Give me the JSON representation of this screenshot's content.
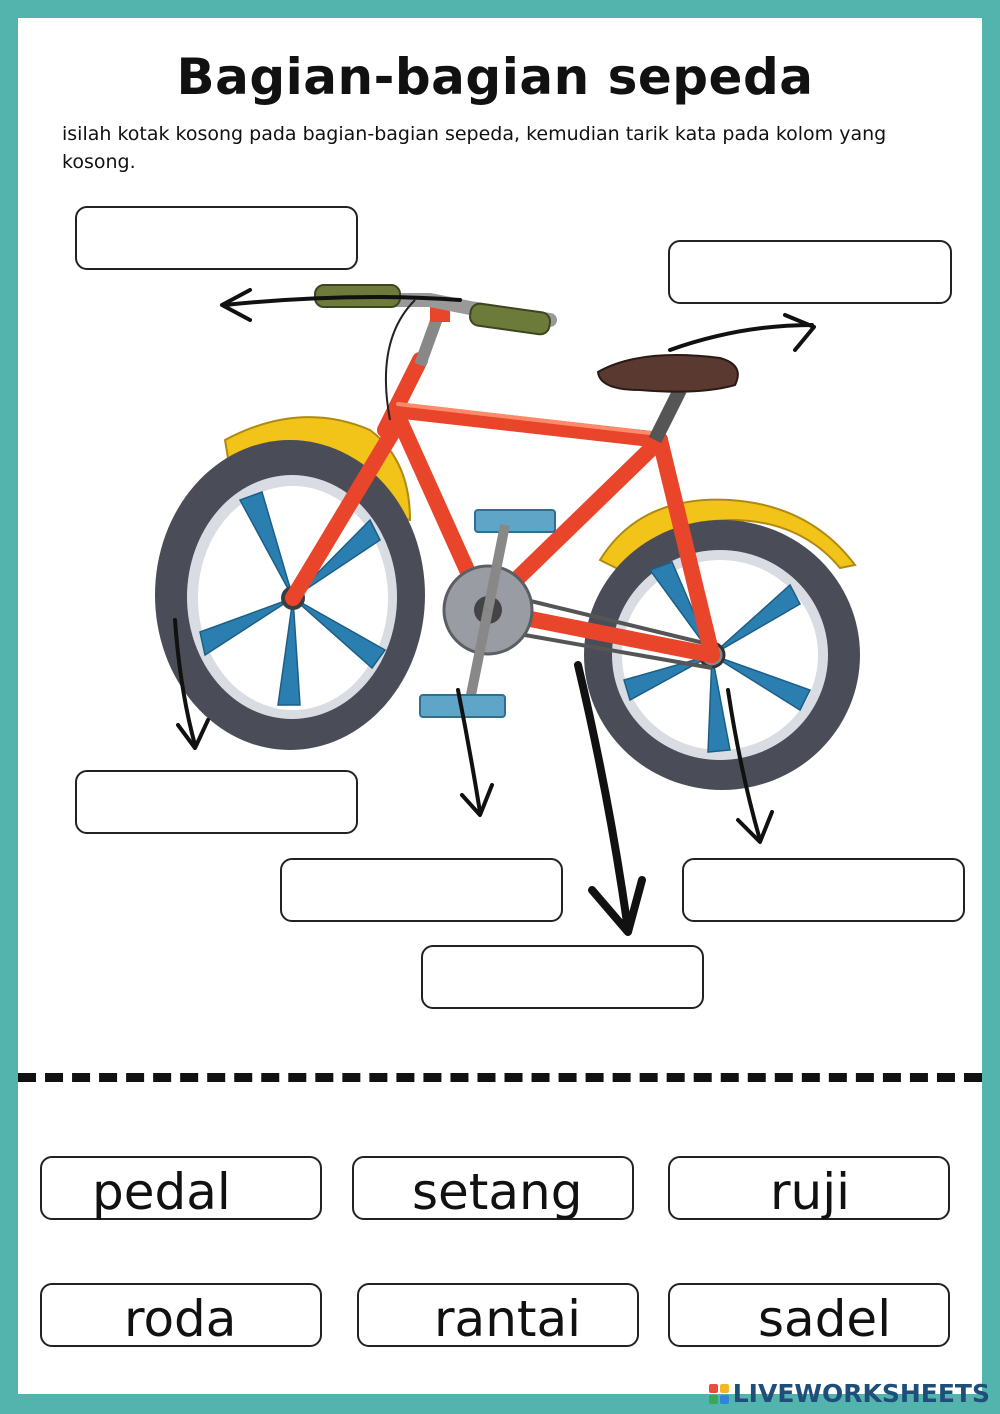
{
  "worksheet": {
    "title": "Bagian-bagian sepeda",
    "instruction": "isilah kotak kosong pada bagian-bagian sepeda, kemudian tarik kata pada kolom yang kosong."
  },
  "word_bank": [
    {
      "label": "pedal"
    },
    {
      "label": "setang"
    },
    {
      "label": "ruji"
    },
    {
      "label": "roda"
    },
    {
      "label": "rantai"
    },
    {
      "label": "sadel"
    }
  ],
  "footer": {
    "brand": "LIVEWORKSHEETS"
  },
  "colors": {
    "page_border": "#53b3ad",
    "frame": "#e8452b",
    "fender": "#f2c318",
    "tire": "#4a4d57",
    "spokes": "#2b7fb0",
    "handlebar_grip": "#6c7a3a",
    "saddle": "#5a3a30",
    "pedal": "#5fa5c8",
    "brand_text": "#1d4f7a"
  },
  "icons": [
    "bicycle-illustration",
    "arrow-icon",
    "liveworksheets-logo-icon"
  ]
}
